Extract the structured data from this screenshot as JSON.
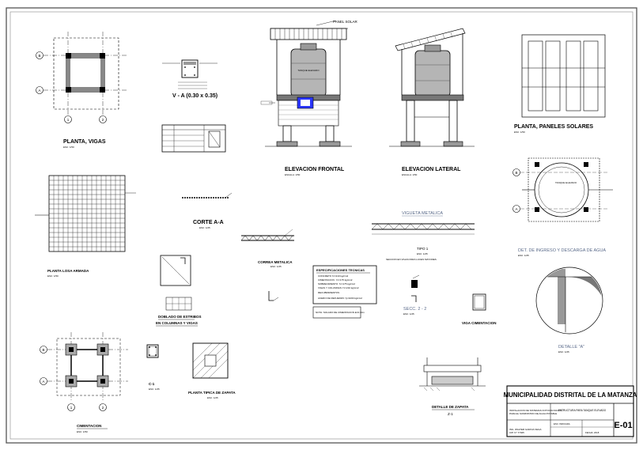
{
  "drawings": {
    "planta_vigas": {
      "title": "PLANTA, VIGAS",
      "scale": "ESC: 1/50",
      "axes": [
        "B",
        "A",
        "1",
        "2"
      ]
    },
    "seccion_va": {
      "title": "V - A  (0.30 x 0.35)"
    },
    "elevacion_frontal": {
      "title": "ELEVACION FRONTAL",
      "scale": "ESCALA: 1/50",
      "panel_label": "PANEL SOLAR",
      "tank_label": "TANQUE ELEVADO"
    },
    "elevacion_lateral": {
      "title": "ELEVACION LATERAL",
      "scale": "ESCALA: 1/50"
    },
    "planta_paneles": {
      "title": "PLANTA, PANELES SOLARES",
      "scale": "ESC: 1/50"
    },
    "planta_losa": {
      "title": "PLANTA LOSA ARMADA",
      "scale": "ESC: 1/50"
    },
    "corte_aa": {
      "title": "CORTE A-A",
      "scale": "ESC: 1/25"
    },
    "correa_metalica": {
      "title": "CORREA METALICA",
      "scale": "ESC: 1/25"
    },
    "vigueta_metalica": {
      "title": "VIGUETA METALICA",
      "tipo": "TIPO 1",
      "scale": "ESC: 1/25"
    },
    "det_ingreso": {
      "title": "DET. DE INGRESO Y DESCARGA DE AGUA",
      "scale": "ESC: 1/25",
      "tank_label": "TANQUE ELEVADO",
      "axes": [
        "B",
        "A"
      ]
    },
    "doblado": {
      "title_line1": "DOBLADO DE ESTRIBOS",
      "title_line2": "EN COLUMNAS Y VIGAS"
    },
    "especificaciones": {
      "title": "ESPECIFICACIONES TECNICAS",
      "lines": [
        "CONCRETO f'c=210 kg/cm2",
        "CIMENTACION : f'c=175 kg/cm2",
        "SOBRECIMIENTO: f'c=175 kg/cm2",
        "VIGAS Y COLUMNAS: f'c=210 kg/cm2",
        "RECUBRIMIENTOS",
        "ACERO DE REFUERZO: fy=4200 kg/cm2"
      ],
      "nota": "NOTA: SOLADO DE CIMENTACION E=0.10m"
    },
    "seccion_note": "SECCION EN VIGAS PARA LUCES MAYORES",
    "secc_22": {
      "title": "SECC. 2 - 2",
      "scale": "ESC: 1/25"
    },
    "viga_cimentacion": {
      "title": "VIGA CIMENTACION"
    },
    "detalle_a": {
      "title": "DETALLE \"A\"",
      "scale": "ESC: 1/25"
    },
    "cimentacion": {
      "title": "CIMENTACION",
      "scale": "ESC: 1/50",
      "axes": [
        "B",
        "A",
        "1",
        "2"
      ]
    },
    "c1": {
      "title": "C-1",
      "scale": "ESC: 1/25"
    },
    "planta_zapata": {
      "title": "PLANTA TIPICA DE ZAPATA",
      "scale": "ESC: 1/25"
    },
    "detalle_zapata": {
      "title": "DETALLE DE ZAPATA",
      "sub": "Z-1"
    }
  },
  "title_block": {
    "organization": "MUNICIPALIDAD DISTRITAL DE LA MATANZA",
    "project_line1": "INSTALACION DE SISTEMAS FOTOVOLTAICOS",
    "project_line2": "PARA EL SUMINISTRO DE AGUA POTABLE",
    "plan_name": "ESTRUCTURA PARA TANQUE ELEVADO",
    "engineer_line1": "ING. WALTER GARCIA VEGA",
    "engineer_line2": "CIP. N° 77025",
    "sheet": "E-01",
    "fecha": "FECHA: 2018",
    "escala": "ESC: INDICADA"
  }
}
